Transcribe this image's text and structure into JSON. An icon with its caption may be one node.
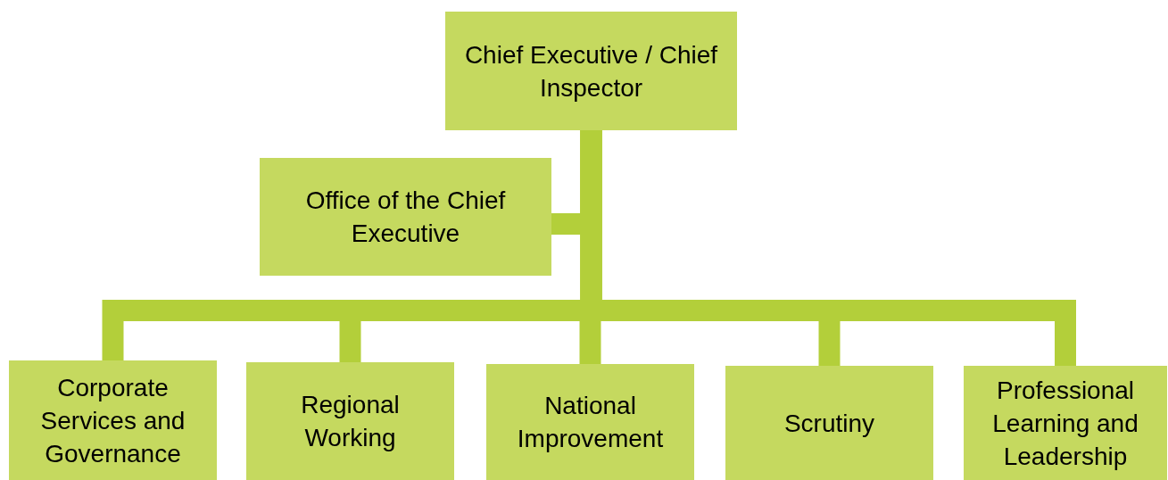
{
  "diagram": {
    "nodes": [
      {
        "text": [
          "Chief Executive / Chief Inspector"
        ]
      },
      {
        "text": [
          "Office of the Chief Executive"
        ]
      },
      {
        "text": [
          "Corporate Services and Governance"
        ]
      },
      {
        "text": [
          "Regional Working"
        ]
      },
      {
        "text": [
          "National Improvement"
        ]
      },
      {
        "text": [
          "Scrutiny"
        ]
      },
      {
        "text": [
          "Professional Learning and Leadership"
        ]
      }
    ],
    "edges": [
      {
        "from": 0,
        "to": 1,
        "arrow": "none"
      },
      {
        "from": 0,
        "to": 2,
        "arrow": "none"
      },
      {
        "from": 0,
        "to": 3,
        "arrow": "none"
      },
      {
        "from": 0,
        "to": 4,
        "arrow": "none"
      },
      {
        "from": 0,
        "to": 5,
        "arrow": "none"
      },
      {
        "from": 0,
        "to": 6,
        "arrow": "none"
      }
    ]
  }
}
